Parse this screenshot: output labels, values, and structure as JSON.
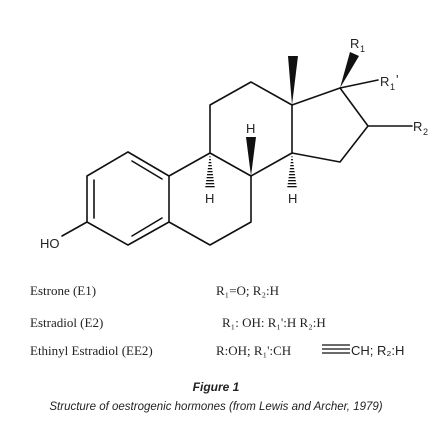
{
  "structure": {
    "atom_labels": {
      "hydroxyl": "HO",
      "r1": "R",
      "r1_sub": "1",
      "r1p": "R",
      "r1p_sub": "1",
      "r1p_prime": "'",
      "r2": "R",
      "r2_sub": "2",
      "h_upper": "H",
      "h_lower_left": "H",
      "h_lower_right": "H"
    }
  },
  "compounds": [
    {
      "name": "Estrone (E1)",
      "substituents": "R₁=O; R₂:H"
    },
    {
      "name": "Estradiol (E2)",
      "substituents": "R₁: OH: R₁':H R₂:H"
    },
    {
      "name": "Ethinyl Estradiol (EE2)",
      "substituents_prefix": "R:OH; R₁':CH",
      "substituents_suffix": "CH; R₂:H"
    }
  ],
  "caption": {
    "title": "Figure 1",
    "text": "Structure of oestrogenic hormones (from Lewis and Archer, 1979)"
  }
}
